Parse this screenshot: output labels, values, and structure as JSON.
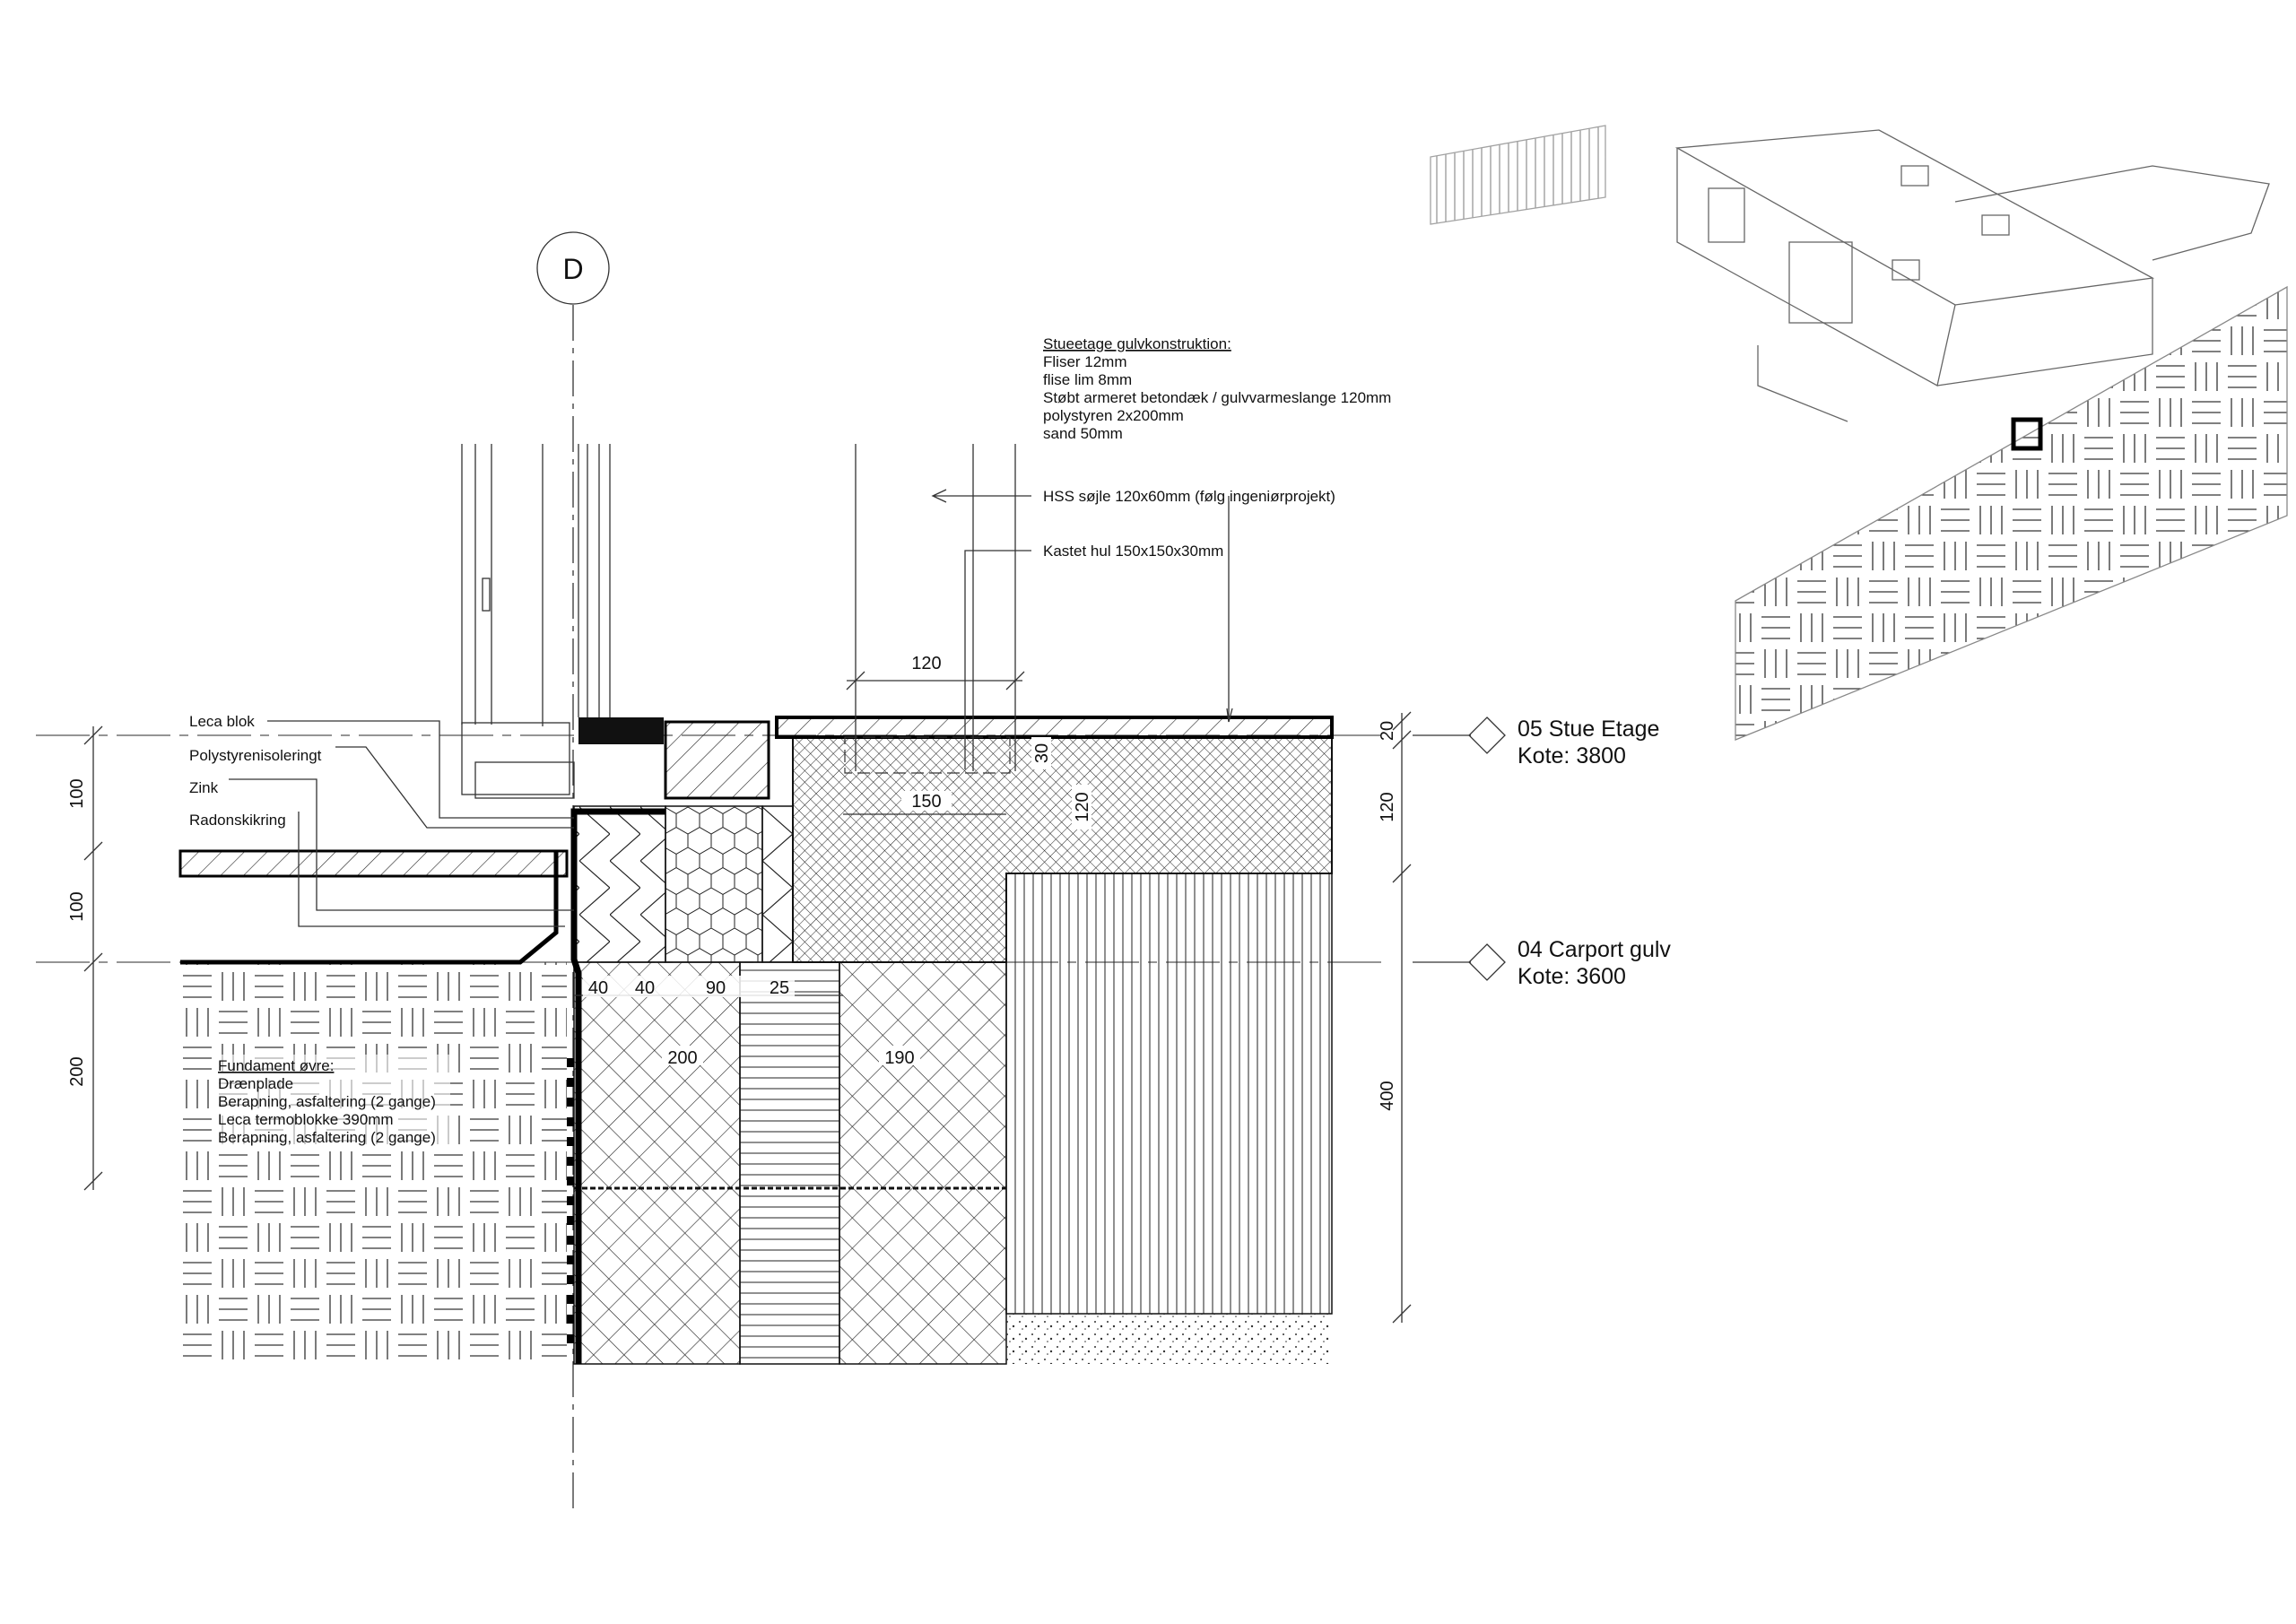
{
  "axis": {
    "label": "D"
  },
  "floor_note": {
    "title": "Stueetage gulvkonstruktion:",
    "lines": [
      "Fliser 12mm",
      "flise lim 8mm",
      "Støbt armeret betondæk / gulvvarmeslange  120mm",
      "polystyren 2x200mm",
      "sand 50mm"
    ]
  },
  "callouts": {
    "hss": "HSS søjle 120x60mm (følg ingeniørprojekt)",
    "kastet": "Kastet hul 150x150x30mm"
  },
  "left_labels": [
    "Leca blok",
    "Polystyrenisoleringt",
    "Zink",
    "Radonskikring"
  ],
  "foundation_note": {
    "title": "Fundament øvre:",
    "lines": [
      "Drænplade",
      "Berapning, asfaltering (2 gange)",
      "Leca termoblokke 390mm",
      "Berapning, asfaltering (2 gange)"
    ]
  },
  "levels": [
    {
      "name": "05 Stue Etage",
      "kote": "Kote: 3800"
    },
    {
      "name": "04 Carport gulv",
      "kote": "Kote: 3600"
    }
  ],
  "dims": {
    "left": [
      "100",
      "100",
      "200"
    ],
    "right": [
      "20",
      "120",
      "400"
    ],
    "top_120": "120",
    "d150": "150",
    "d30": "30",
    "d120v": "120",
    "bottom": [
      "40",
      "40",
      "90",
      "25",
      "200",
      "190"
    ]
  }
}
